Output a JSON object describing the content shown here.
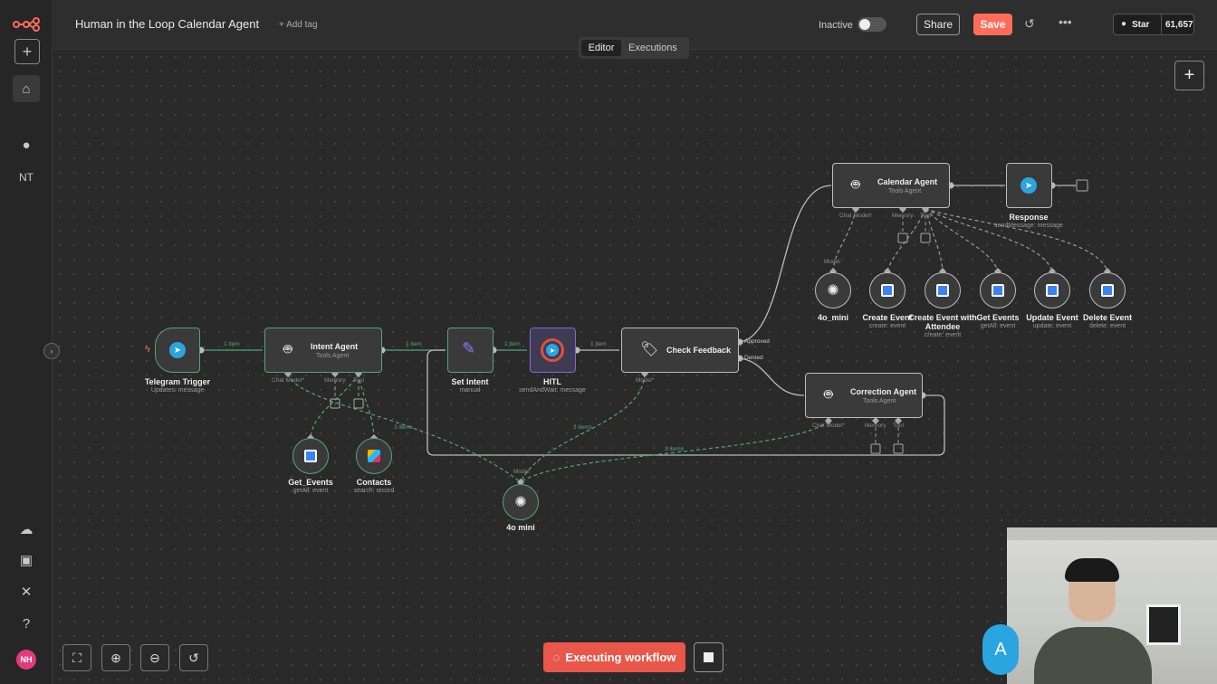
{
  "workflow": {
    "title": "Human in the Loop Calendar Agent",
    "add_tag": "+ Add tag"
  },
  "header": {
    "status_label": "Inactive",
    "share_label": "Share",
    "save_label": "Save",
    "github_star_label": "Star",
    "github_star_count": "61,657"
  },
  "tabs": [
    {
      "label": "Editor",
      "active": true
    },
    {
      "label": "Executions",
      "active": false
    }
  ],
  "sidebar": {
    "user_initials": "NT",
    "avatar_initials": "NH"
  },
  "nodes": {
    "telegram_trigger": {
      "title": "Telegram Trigger",
      "subtitle": "Updates: message"
    },
    "intent_agent": {
      "title": "Intent Agent",
      "subtitle": "Tools Agent"
    },
    "set_intent": {
      "title": "Set Intent",
      "subtitle": "manual"
    },
    "hitl": {
      "title": "HITL",
      "subtitle": "sendAndWait: message"
    },
    "check_feedback": {
      "title": "Check Feedback"
    },
    "calendar_agent": {
      "title": "Calendar Agent",
      "subtitle": "Tools Agent"
    },
    "response": {
      "title": "Response",
      "subtitle": "sendMessage: message"
    },
    "correction_agent": {
      "title": "Correction Agent",
      "subtitle": "Tools Agent"
    },
    "get_events_left": {
      "title": "Get_Events",
      "subtitle": "getAll: event"
    },
    "contacts": {
      "title": "Contacts",
      "subtitle": "search: record"
    },
    "mini_left": {
      "title": "4o mini"
    },
    "mini_right": {
      "title": "4o_mini"
    },
    "create_event": {
      "title": "Create Event",
      "subtitle": "create: event"
    },
    "create_event_attendee": {
      "title": "Create Event with Attendee",
      "subtitle": "create: event"
    },
    "get_events_right": {
      "title": "Get Events",
      "subtitle": "getAll: event"
    },
    "update_event": {
      "title": "Update Event",
      "subtitle": "update: event"
    },
    "delete_event": {
      "title": "Delete Event",
      "subtitle": "delete: event"
    }
  },
  "ports": {
    "chat_model": "Chat Model*",
    "memory": "Memory",
    "tool": "Tool",
    "model": "Model*",
    "model_plain": "Model",
    "approved": "Approved",
    "denied": "Denied"
  },
  "edge_labels": {
    "one_item": "1 item",
    "three_items": "3 items"
  },
  "footer": {
    "executing_label": "Executing workflow"
  },
  "colors": {
    "accent": "#ff6d5a",
    "success": "#4fa872",
    "canvas": "#2a2a2a"
  }
}
